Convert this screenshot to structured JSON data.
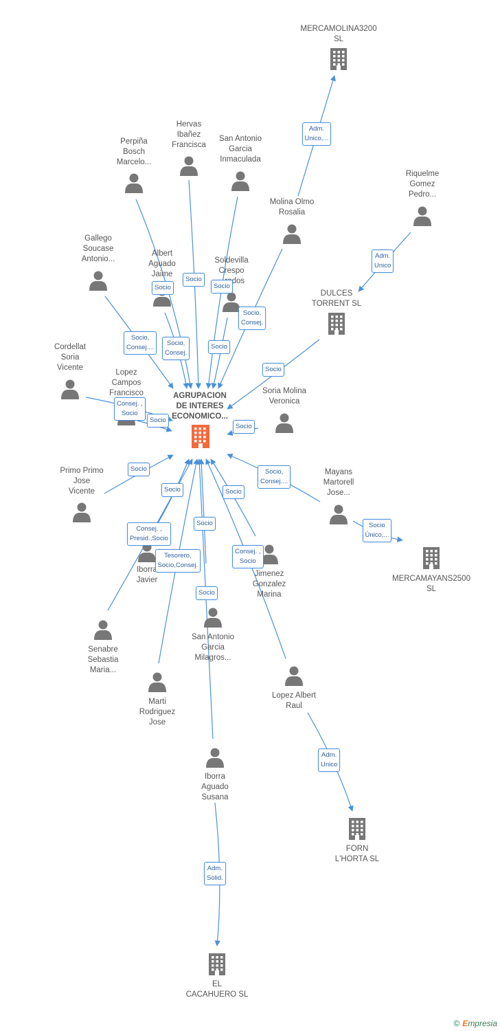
{
  "colors": {
    "edge": "#4a90d9",
    "person": "#777777",
    "company": "#777777",
    "center": "#f26a3d",
    "label": "#555555"
  },
  "center": {
    "lines": [
      "AGRUPACION",
      "DE INTERES",
      "ECONOMICO..."
    ]
  },
  "nodes": [
    {
      "id": "mercamolina",
      "type": "company",
      "lines": [
        "MERCAMOLINA3200",
        "SL"
      ]
    },
    {
      "id": "hervas",
      "type": "person",
      "lines": [
        "Hervas",
        "Ibañez",
        "Francisca"
      ]
    },
    {
      "id": "perpina",
      "type": "person",
      "lines": [
        "Perpiña",
        "Bosch",
        "Marcelo..."
      ]
    },
    {
      "id": "sanantonio_i",
      "type": "person",
      "lines": [
        "San Antonio",
        "Garcia",
        "Inmaculada"
      ]
    },
    {
      "id": "riquelme",
      "type": "person",
      "lines": [
        "Riquelme",
        "Gomez",
        "Pedro..."
      ]
    },
    {
      "id": "molina",
      "type": "person",
      "lines": [
        "Molina Olmo",
        "Rosalia"
      ]
    },
    {
      "id": "gallego",
      "type": "person",
      "lines": [
        "Gallego",
        "Soucase",
        "Antonio..."
      ]
    },
    {
      "id": "albert",
      "type": "person",
      "lines": [
        "Albert",
        "Aguado",
        "Jaime"
      ]
    },
    {
      "id": "soldevilla",
      "type": "person",
      "lines": [
        "Soldevilla",
        "Crespo",
        "...rados"
      ]
    },
    {
      "id": "dulces",
      "type": "company",
      "lines": [
        "DULCES",
        "TORRENT SL"
      ]
    },
    {
      "id": "cordellat",
      "type": "person",
      "lines": [
        "Cordellat",
        "Soria",
        "Vicente"
      ]
    },
    {
      "id": "lopez_c",
      "type": "person",
      "lines": [
        "Lopez",
        "Campos",
        "Francisco"
      ]
    },
    {
      "id": "soria",
      "type": "person",
      "lines": [
        "Soria Molina",
        "Veronica"
      ]
    },
    {
      "id": "primo",
      "type": "person",
      "lines": [
        "Primo Primo",
        "Jose",
        "Vicente"
      ]
    },
    {
      "id": "mayans",
      "type": "person",
      "lines": [
        "Mayans",
        "Martorell",
        "Jose..."
      ]
    },
    {
      "id": "mercamayans",
      "type": "company",
      "lines": [
        "MERCAMAYANS2500",
        "SL"
      ]
    },
    {
      "id": "iborra_j",
      "type": "person",
      "lines": [
        "Iborra",
        "Javier"
      ]
    },
    {
      "id": "jimenez",
      "type": "person",
      "lines": [
        "Jimenez",
        "Gonzalez",
        "Marina"
      ]
    },
    {
      "id": "senabre",
      "type": "person",
      "lines": [
        "Senabre",
        "Sebastia",
        "Maria..."
      ]
    },
    {
      "id": "sanantonio_m",
      "type": "person",
      "lines": [
        "San Antonio",
        "Garcia",
        "Milagros..."
      ]
    },
    {
      "id": "marti",
      "type": "person",
      "lines": [
        "Marti",
        "Rodriguez",
        "Jose"
      ]
    },
    {
      "id": "lopez_a",
      "type": "person",
      "lines": [
        "Lopez Albert",
        "Raul"
      ]
    },
    {
      "id": "iborra_s",
      "type": "person",
      "lines": [
        "Iborra",
        "Aguado",
        "Susana"
      ]
    },
    {
      "id": "forn",
      "type": "company",
      "lines": [
        "FORN",
        "L'HORTA SL"
      ]
    },
    {
      "id": "cacahuero",
      "type": "company",
      "lines": [
        "EL",
        "CACAHUERO SL"
      ]
    }
  ],
  "edge_labels": [
    {
      "id": "e_mercamolina",
      "lines": [
        "Adm.",
        "Unico,..."
      ]
    },
    {
      "id": "e_riquelme",
      "lines": [
        "Adm.",
        "Unico"
      ]
    },
    {
      "id": "e_albert",
      "lines": [
        "Socio"
      ]
    },
    {
      "id": "e_hervas",
      "lines": [
        "Socio"
      ]
    },
    {
      "id": "e_sanantonio_i",
      "lines": [
        "Socio"
      ]
    },
    {
      "id": "e_molina",
      "lines": [
        "Socio,",
        "Consej."
      ]
    },
    {
      "id": "e_gallego",
      "lines": [
        "Socio,",
        "Consej...."
      ]
    },
    {
      "id": "e_perpina",
      "lines": [
        "Socio,",
        "Consej."
      ]
    },
    {
      "id": "e_soldevilla",
      "lines": [
        "Socio"
      ]
    },
    {
      "id": "e_dulces",
      "lines": [
        "Socio"
      ]
    },
    {
      "id": "e_cordellat",
      "lines": [
        "Consej. ,",
        "Socio"
      ]
    },
    {
      "id": "e_lopez_c",
      "lines": [
        "Socio"
      ]
    },
    {
      "id": "e_soria",
      "lines": [
        "Socio"
      ]
    },
    {
      "id": "e_primo",
      "lines": [
        "Socio"
      ]
    },
    {
      "id": "e_iborra_j",
      "lines": [
        "Socio"
      ]
    },
    {
      "id": "e_jimenez",
      "lines": [
        "Socio"
      ]
    },
    {
      "id": "e_mayans",
      "lines": [
        "Socio,",
        "Consej...."
      ]
    },
    {
      "id": "e_mercamayans",
      "lines": [
        "Socio",
        "Único,..."
      ]
    },
    {
      "id": "e_senabre",
      "lines": [
        "Consej. ,",
        "Presid.,Socio"
      ]
    },
    {
      "id": "e_sanantonio_m",
      "lines": [
        "Socio"
      ]
    },
    {
      "id": "e_marti",
      "lines": [
        "Tesorero,",
        "Socio,Consej."
      ]
    },
    {
      "id": "e_lopez_a",
      "lines": [
        "Consej. ,",
        "Socio"
      ]
    },
    {
      "id": "e_iborra_s",
      "lines": [
        "Socio"
      ]
    },
    {
      "id": "e_forn",
      "lines": [
        "Adm.",
        "Unico"
      ]
    },
    {
      "id": "e_cacahuero",
      "lines": [
        "Adm.",
        "Solid."
      ]
    }
  ],
  "footer": {
    "copyright": "©",
    "brand_initial": "E",
    "brand_rest": "mpresia"
  }
}
